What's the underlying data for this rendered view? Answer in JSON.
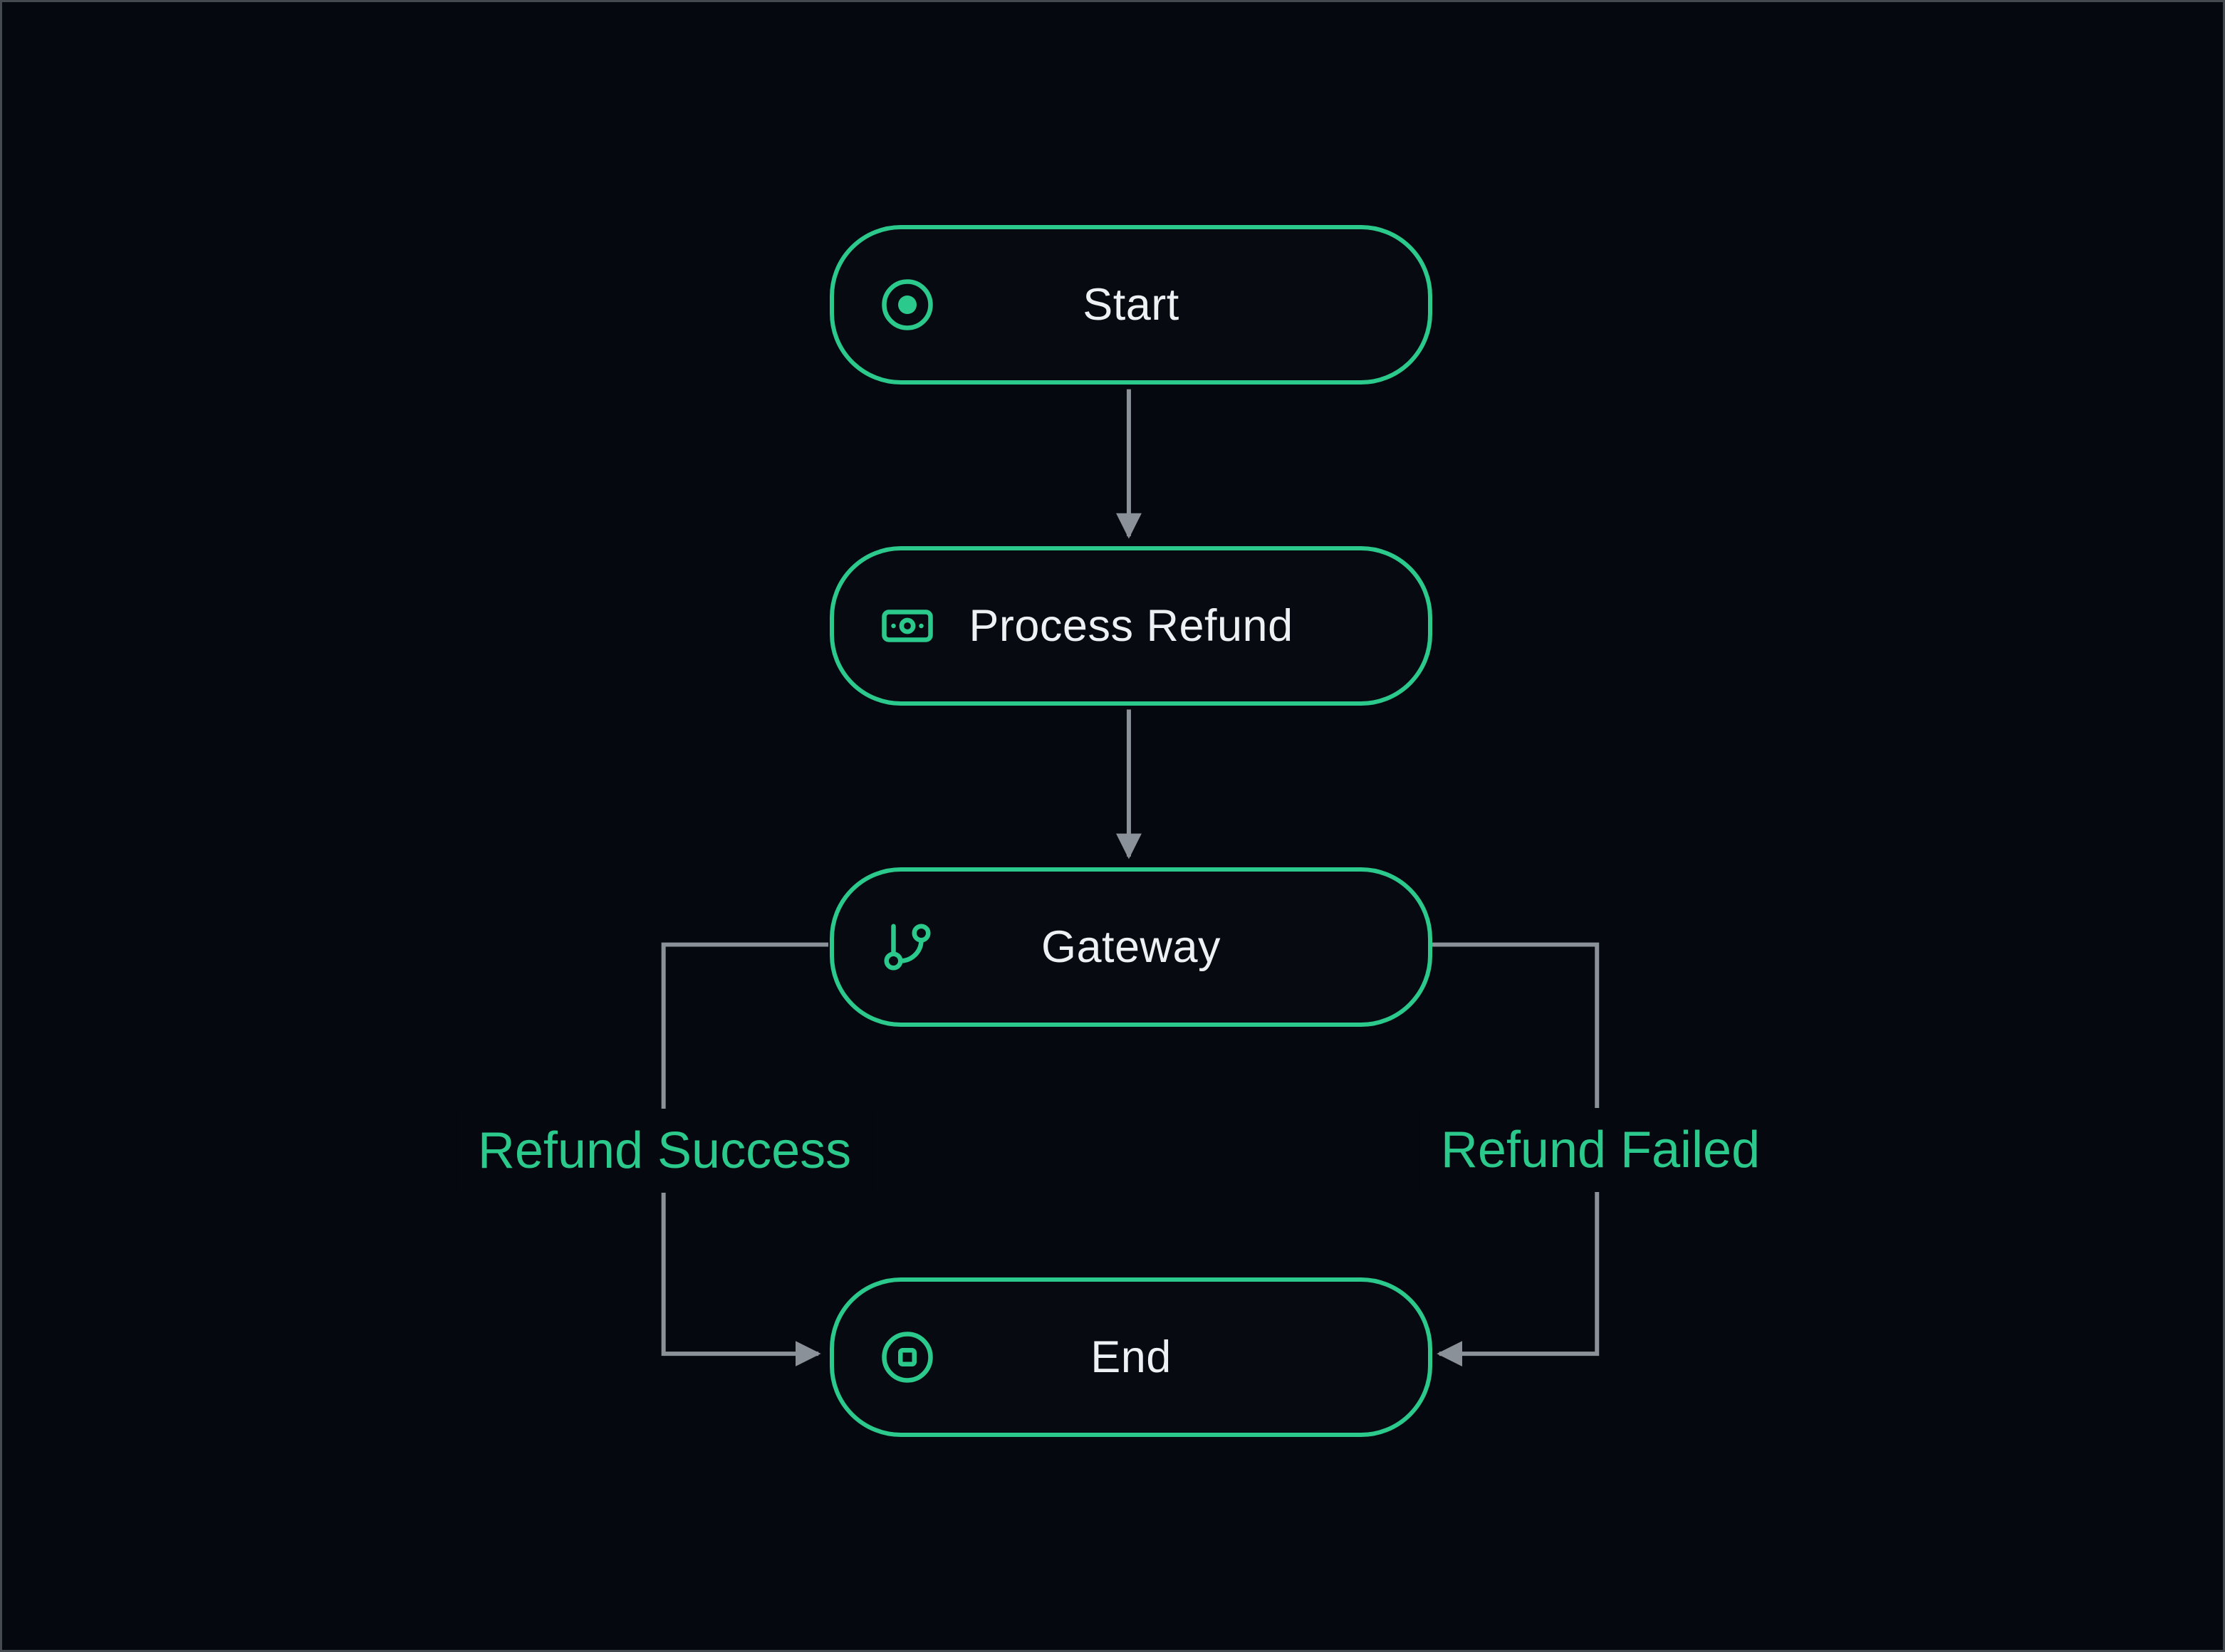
{
  "diagram": {
    "nodes": [
      {
        "id": "start",
        "label": "Start",
        "icon": "circle-dot-icon"
      },
      {
        "id": "process-refund",
        "label": "Process Refund",
        "icon": "banknote-icon"
      },
      {
        "id": "gateway",
        "label": "Gateway",
        "icon": "git-branch-icon"
      },
      {
        "id": "end",
        "label": "End",
        "icon": "circle-stop-icon"
      }
    ],
    "edges": [
      {
        "from": "start",
        "to": "process-refund",
        "label": ""
      },
      {
        "from": "process-refund",
        "to": "gateway",
        "label": ""
      },
      {
        "from": "gateway",
        "to": "end",
        "label": "Refund Success"
      },
      {
        "from": "gateway",
        "to": "end",
        "label": "Refund Failed"
      }
    ],
    "colors": {
      "background": "#05080e",
      "node_fill": "#070a10",
      "node_border": "#2bc98b",
      "node_text": "#eef1f4",
      "edge": "#8b9198",
      "edge_label": "#2bc98b",
      "frame_border": "#454a51"
    }
  }
}
